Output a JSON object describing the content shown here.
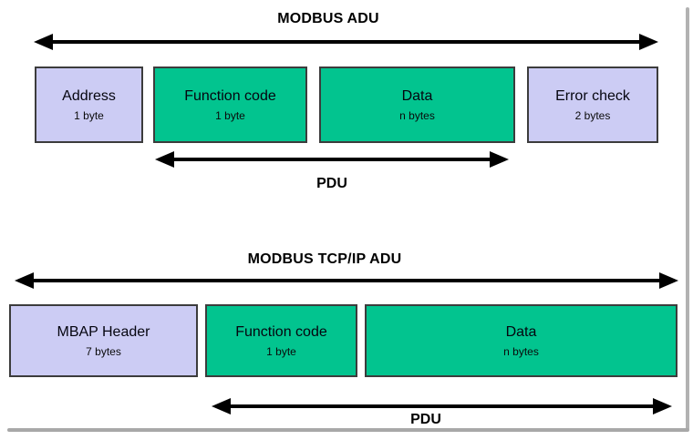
{
  "colors": {
    "lavender": "#ccccf4",
    "green": "#02c48f",
    "arrow": "#000000",
    "box_border": "#3c3c3c",
    "frame_shadow": "#aaaaaa"
  },
  "diagrams": [
    {
      "title": "MODBUS ADU",
      "pdu_label": "PDU",
      "boxes": [
        {
          "label": "Address",
          "size": "1 byte",
          "fill": "lavender"
        },
        {
          "label": "Function code",
          "size": "1 byte",
          "fill": "green"
        },
        {
          "label": "Data",
          "size": "n bytes",
          "fill": "green"
        },
        {
          "label": "Error check",
          "size": "2 bytes",
          "fill": "lavender"
        }
      ]
    },
    {
      "title": "MODBUS TCP/IP ADU",
      "pdu_label": "PDU",
      "boxes": [
        {
          "label": "MBAP Header",
          "size": "7 bytes",
          "fill": "lavender"
        },
        {
          "label": "Function code",
          "size": "1 byte",
          "fill": "green"
        },
        {
          "label": "Data",
          "size": "n bytes",
          "fill": "green"
        }
      ]
    }
  ]
}
